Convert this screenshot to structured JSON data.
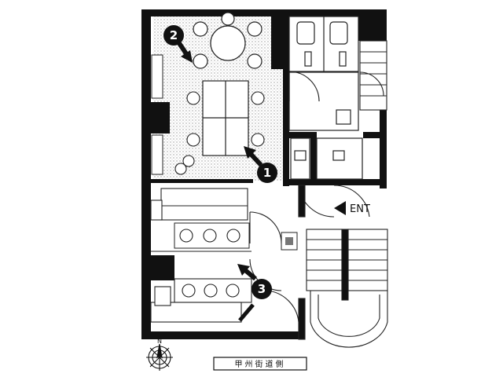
{
  "markers": [
    {
      "id": "photo-1",
      "label": "1"
    },
    {
      "id": "photo-2",
      "label": "2"
    },
    {
      "id": "photo-3",
      "label": "3"
    }
  ],
  "entrance": {
    "label": "ENT"
  },
  "street": {
    "label": "甲州街道側"
  },
  "compass": {
    "north": "N"
  },
  "colors": {
    "wall": "#111111",
    "dotted_floor": "#d9d9d9",
    "line": "#222222",
    "background": "#ffffff"
  }
}
